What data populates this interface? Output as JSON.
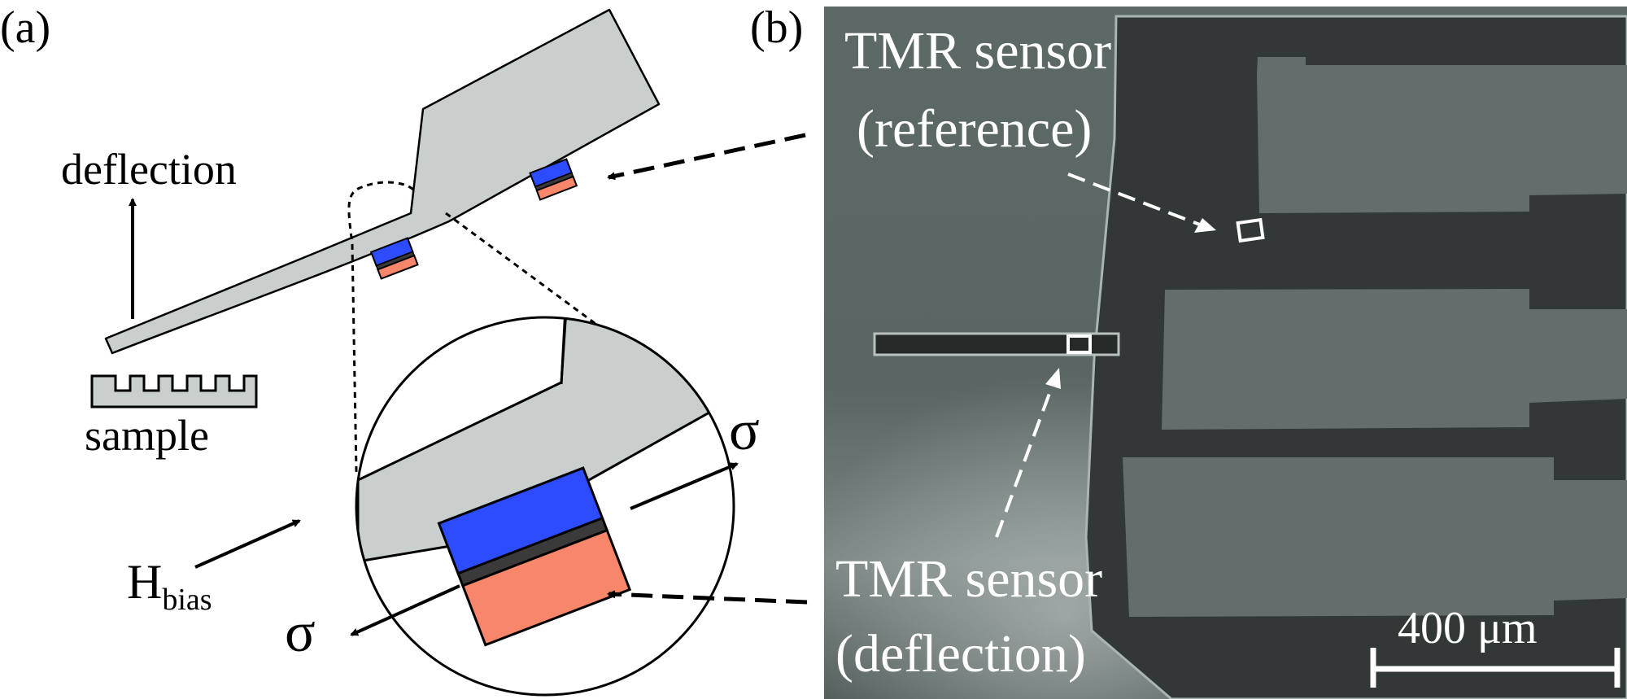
{
  "panel_a": {
    "label": "(a)",
    "deflection_label": "deflection",
    "sample_label": "sample",
    "hbias_main": "H",
    "hbias_sub": "bias",
    "sigma_upper": "σ",
    "sigma_lower": "σ",
    "colors": {
      "cantilever": "#c8cfcc",
      "magnetic_layer": "#2e4cff",
      "barrier_layer": "#3a3a3a",
      "reference_layer": "#f7866b"
    }
  },
  "panel_b": {
    "label": "(b)",
    "ref_sensor_line1": "TMR sensor",
    "ref_sensor_line2": "(reference)",
    "defl_sensor_line1": "TMR sensor",
    "defl_sensor_line2": "(deflection)",
    "scale_bar_label": "400 μm",
    "colors": {
      "background": "#5f6b69",
      "chip_dark": "#323837",
      "electrode": "#646d6b"
    }
  }
}
